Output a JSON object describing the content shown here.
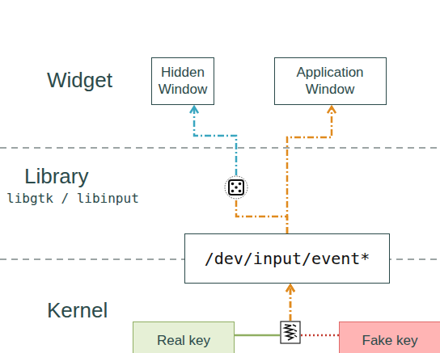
{
  "diagram": {
    "nodes": [
      {
        "text": [
          "Hidden Window"
        ]
      },
      {
        "text": [
          "Application Window"
        ]
      },
      {
        "text": [
          "/dev/input/event*"
        ]
      },
      {
        "text": [
          "Real key"
        ]
      },
      {
        "text": [
          "Fake key"
        ]
      }
    ],
    "edges": [
      {
        "from": 2,
        "to": 0,
        "arrow": "to"
      },
      {
        "from": 2,
        "to": 1,
        "arrow": "to"
      },
      {
        "from": 3,
        "to": 2,
        "arrow": "to"
      },
      {
        "from": 4,
        "to": 2,
        "arrow": "to"
      }
    ],
    "labels": [
      "Widget",
      "Library",
      "libgtk / libinput",
      "Kernel"
    ]
  }
}
